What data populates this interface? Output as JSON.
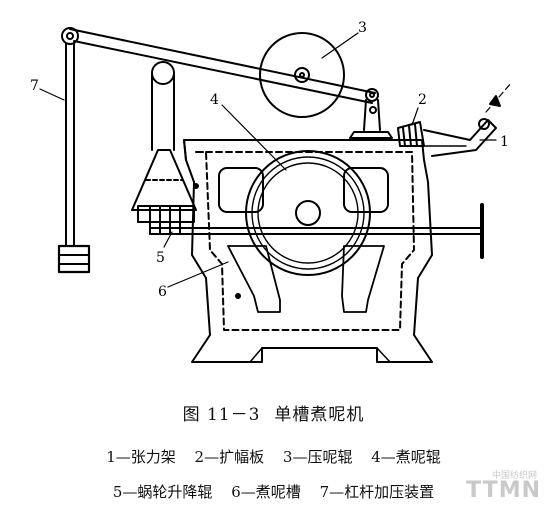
{
  "figure": {
    "number": "图 11－3",
    "title": "单槽煮呢机"
  },
  "callouts": [
    "1",
    "2",
    "3",
    "4",
    "5",
    "6",
    "7"
  ],
  "legend": [
    {
      "num": "1",
      "sep": "—",
      "label": "张力架"
    },
    {
      "num": "2",
      "sep": "—",
      "label": "扩幅板"
    },
    {
      "num": "3",
      "sep": "—",
      "label": "压呢辊"
    },
    {
      "num": "4",
      "sep": "—",
      "label": "煮呢辊"
    },
    {
      "num": "5",
      "sep": "—",
      "label": "蜗轮升降辊"
    },
    {
      "num": "6",
      "sep": "—",
      "label": "煮呢槽"
    },
    {
      "num": "7",
      "sep": "—",
      "label": "杠杆加压装置"
    }
  ],
  "watermark": {
    "logo": "TTMN",
    "sub": "中国纺织网"
  },
  "colors": {
    "ink": "#000000",
    "background": "#ffffff",
    "watermark": "#c9c9c9"
  }
}
